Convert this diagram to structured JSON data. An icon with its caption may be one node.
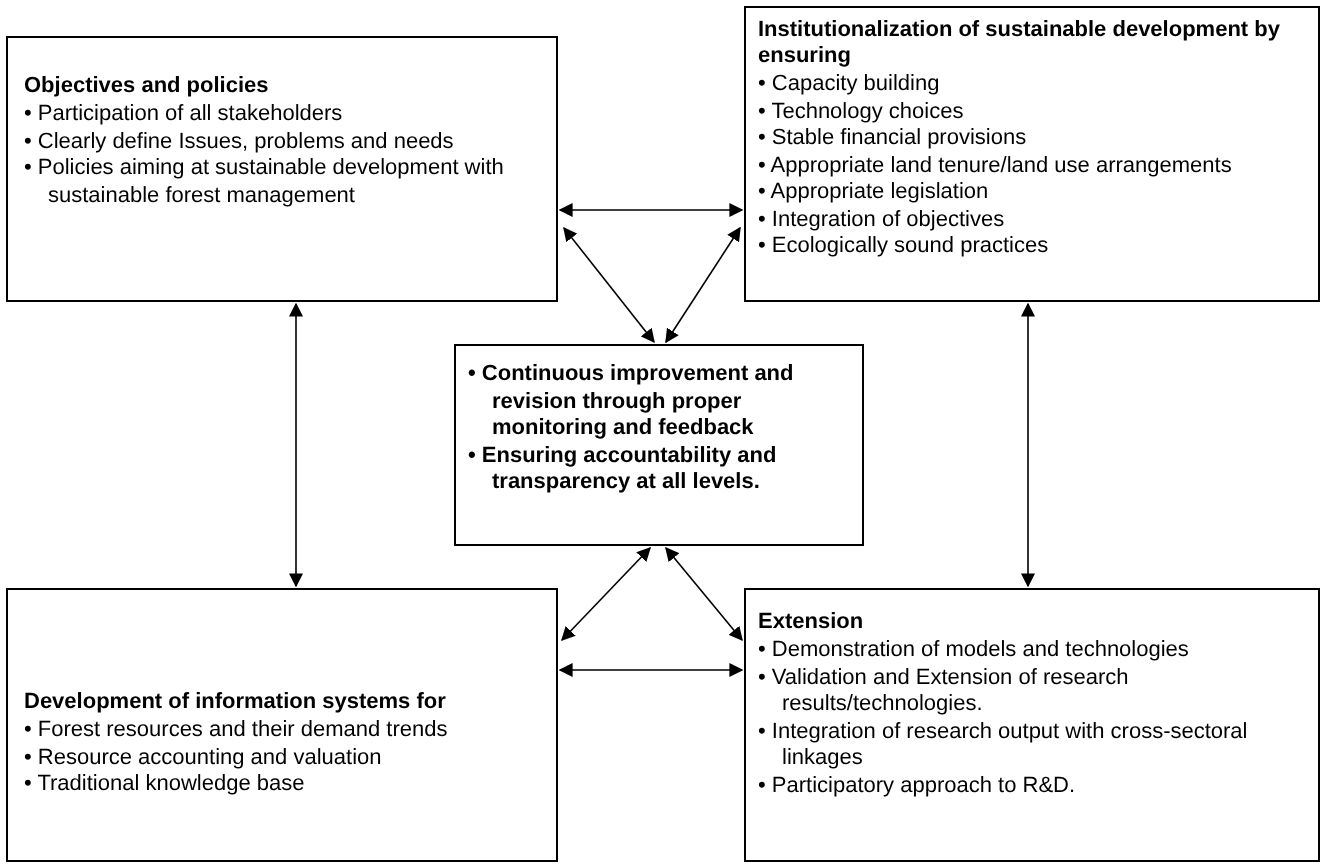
{
  "diagram": {
    "nodes": [
      {
        "text": [
          "Objectives and policies",
          "• Participation of all stakeholders",
          "• Clearly define Issues, problems and needs",
          "• Policies aiming at sustainable development with sustainable forest management"
        ]
      },
      {
        "text": [
          "Institutionalization of sustainable development by ensuring",
          "• Capacity building",
          "• Technology choices",
          "• Stable financial provisions",
          "• Appropriate land tenure/land use arrangements",
          "• Appropriate legislation",
          "• Integration of objectives",
          "• Ecologically sound practices"
        ]
      },
      {
        "text": [
          "• Continuous improvement and revision through proper monitoring and feedback",
          "• Ensuring accountability and transparency at all levels."
        ]
      },
      {
        "text": [
          "Development of information systems for",
          "• Forest resources and their demand trends",
          "• Resource accounting and valuation",
          "• Traditional knowledge base"
        ]
      },
      {
        "text": [
          "Extension",
          "• Demonstration of models and technologies",
          "• Validation and Extension of research results/technologies.",
          "• Integration of research output with cross-sectoral linkages",
          "• Participatory approach to R&D."
        ]
      }
    ],
    "edges": [
      {
        "from": 0,
        "to": 1,
        "arrow": "both"
      },
      {
        "from": 0,
        "to": 2,
        "arrow": "both"
      },
      {
        "from": 1,
        "to": 2,
        "arrow": "both"
      },
      {
        "from": 0,
        "to": 3,
        "arrow": "both"
      },
      {
        "from": 1,
        "to": 4,
        "arrow": "both"
      },
      {
        "from": 2,
        "to": 3,
        "arrow": "both"
      },
      {
        "from": 2,
        "to": 4,
        "arrow": "both"
      },
      {
        "from": 3,
        "to": 4,
        "arrow": "both"
      }
    ]
  }
}
